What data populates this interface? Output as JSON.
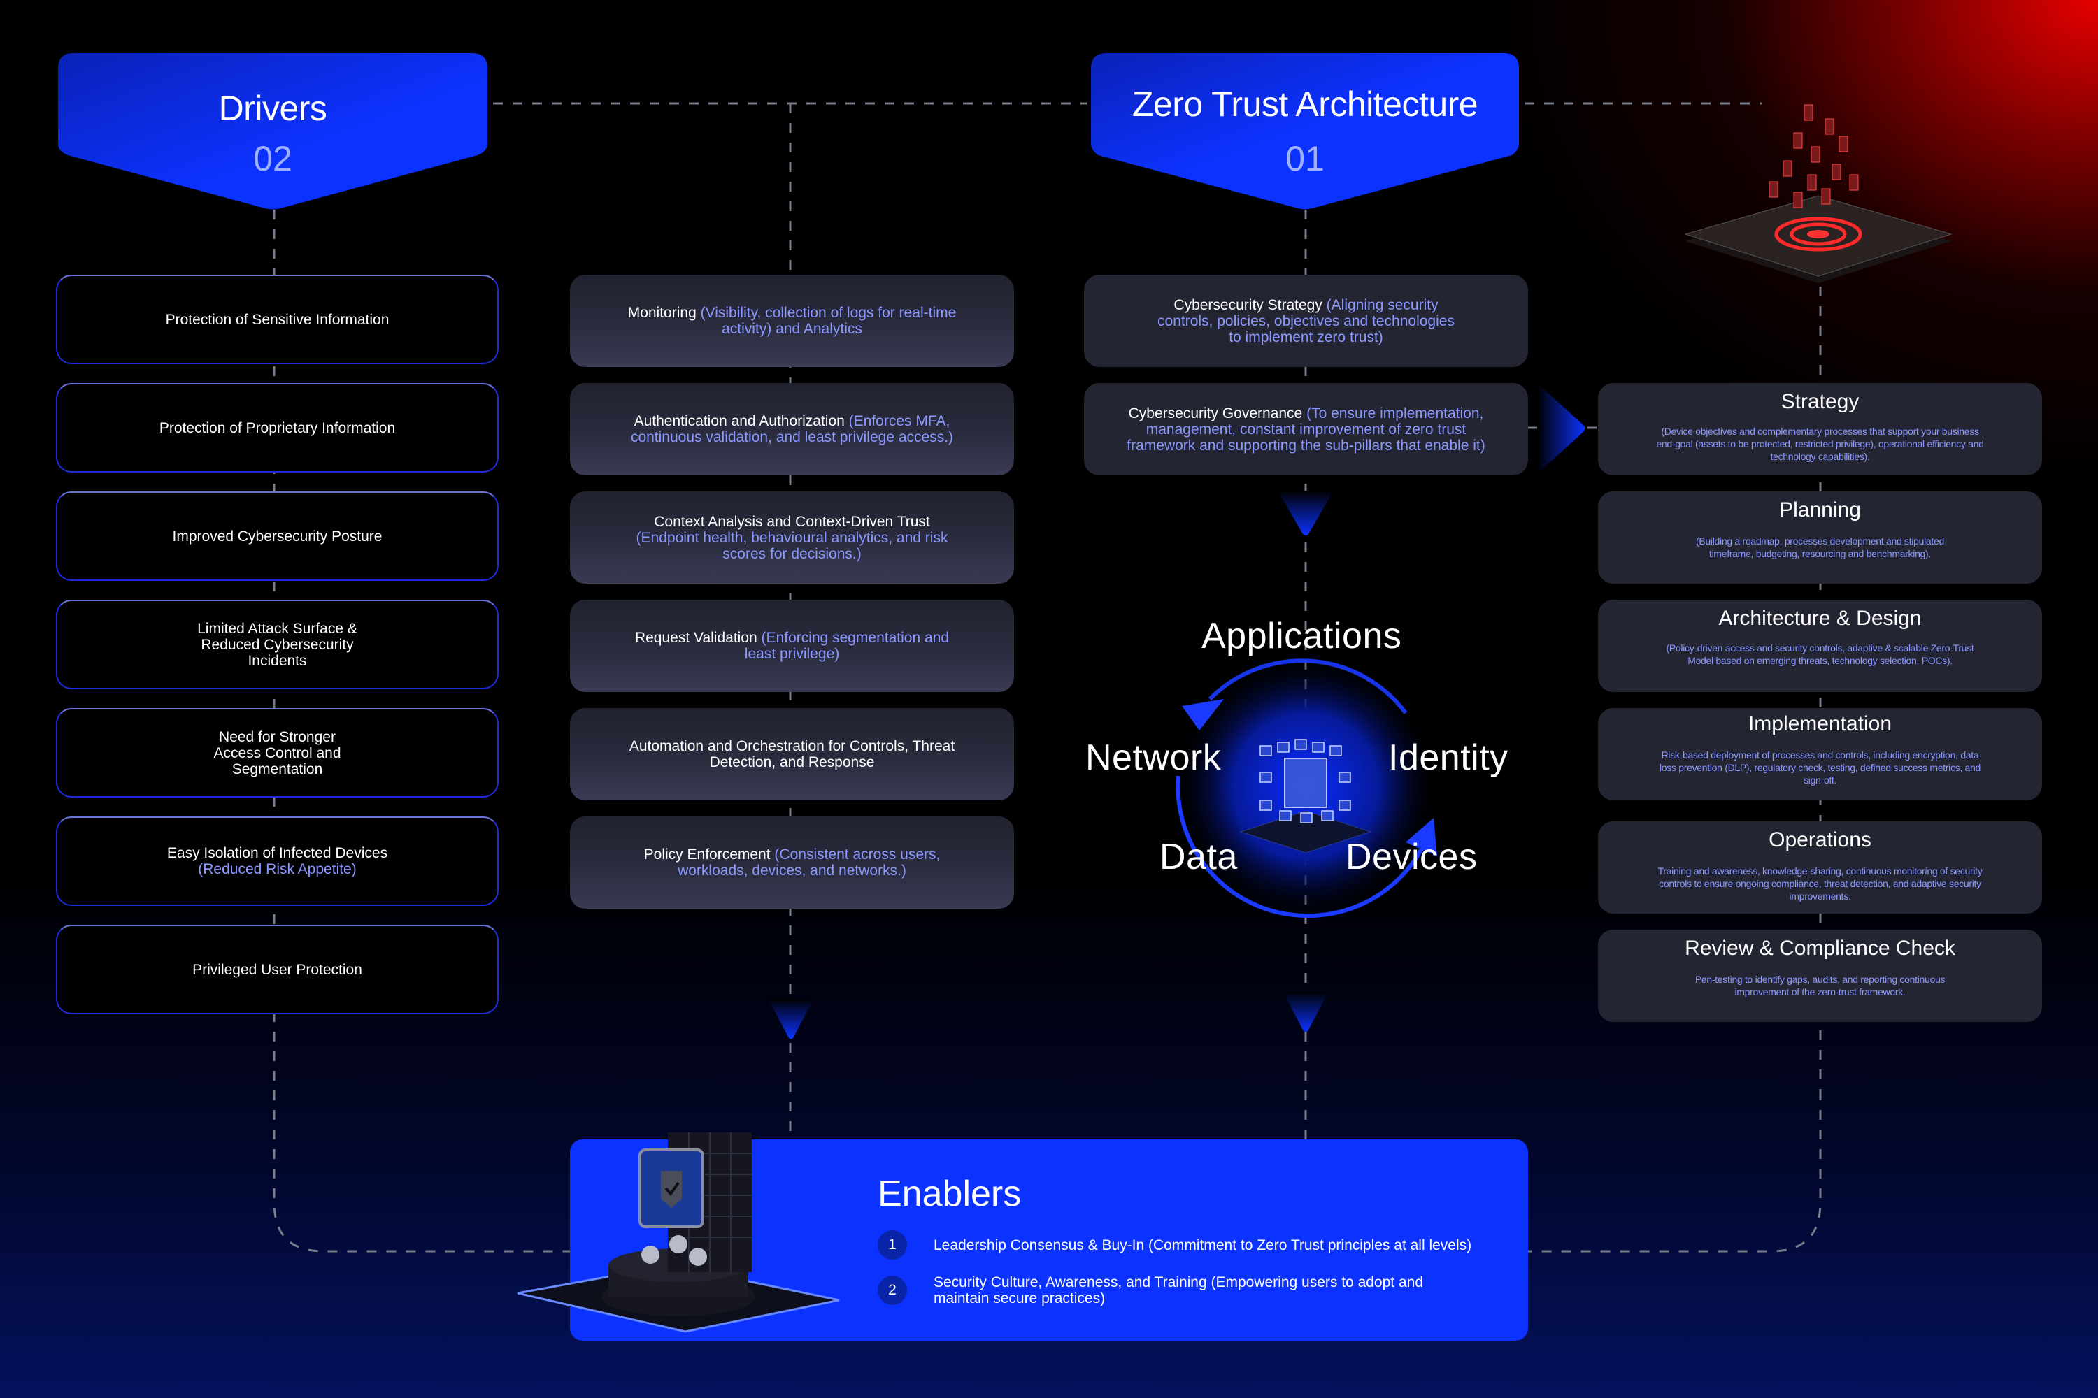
{
  "headers": {
    "drivers": {
      "title": "Drivers",
      "number": "02"
    },
    "zero_trust": {
      "title": "Zero Trust Architecture",
      "number": "01"
    }
  },
  "drivers": [
    {
      "text": "Protection of Sensitive Information",
      "highlight": ""
    },
    {
      "text": "Protection of Proprietary Information",
      "highlight": ""
    },
    {
      "text": "Improved Cybersecurity Posture",
      "highlight": ""
    },
    {
      "text": "Limited Attack Surface & Reduced Cybersecurity Incidents",
      "highlight": ""
    },
    {
      "text": "Need for Stronger Access Control and Segmentation",
      "highlight": ""
    },
    {
      "text": "Easy Isolation of Infected Devices",
      "highlight": "(Reduced Risk Appetite)"
    },
    {
      "text": "Privileged User Protection",
      "highlight": ""
    }
  ],
  "capabilities": [
    {
      "text": "Monitoring",
      "highlight": "(Visibility, collection of logs for real-time activity) and Analytics"
    },
    {
      "text": "Authentication and Authorization",
      "highlight": "(Enforces MFA, continuous validation, and least privilege access.)"
    },
    {
      "text": "Context Analysis and Context-Driven Trust",
      "highlight": "(Endpoint health, behavioural analytics, and risk scores for decisions.)"
    },
    {
      "text": "Request Validation",
      "highlight": "(Enforcing segmentation and least privilege)"
    },
    {
      "text": "Automation and Orchestration for Controls, Threat Detection, and Response",
      "highlight": ""
    },
    {
      "text": "Policy Enforcement",
      "highlight": "(Consistent across users, workloads, devices, and networks.)"
    }
  ],
  "zero_trust_items": [
    {
      "text": "Cybersecurity Strategy",
      "highlight": "(Aligning security controls, policies, objectives and technologies to implement zero trust)"
    },
    {
      "text": "Cybersecurity Governance",
      "highlight": "(To ensure implementation, management, constant improvement of zero trust framework and supporting the sub-pillars that enable it)"
    }
  ],
  "pillars": {
    "top": "Applications",
    "left": "Network",
    "right": "Identity",
    "bottom_left": "Data",
    "bottom_right": "Devices",
    "center_icon": "cube-network-icon"
  },
  "lifecycle": [
    {
      "title": "Strategy",
      "description": "(Device objectives and complementary processes that support your business end-goal (assets to be protected, restricted privilege), operational efficiency and technology capabilities)."
    },
    {
      "title": "Planning",
      "description": "(Building a roadmap, processes development and stipulated timeframe, budgeting, resourcing and benchmarking)."
    },
    {
      "title": "Architecture & Design",
      "description": "(Policy-driven access and security controls, adaptive & scalable Zero-Trust Model based on emerging threats, technology selection, POCs)."
    },
    {
      "title": "Implementation",
      "description": "Risk-based deployment of processes and controls, including encryption, data loss prevention (DLP), regulatory check, testing, defined success metrics, and sign-off."
    },
    {
      "title": "Operations",
      "description": "Training and awareness, knowledge-sharing, continuous monitoring of security controls to ensure ongoing compliance, threat detection, and adaptive security improvements."
    },
    {
      "title": "Review & Compliance Check",
      "description": "Pen-testing to identify gaps, audits, and reporting continuous improvement of the zero-trust framework."
    }
  ],
  "enablers": {
    "title": "Enablers",
    "items": [
      {
        "number": "1",
        "text": "Leadership Consensus & Buy-In (Commitment to Zero Trust principles at all levels)"
      },
      {
        "number": "2",
        "text": "Security Culture, Awareness, and Training (Empowering users to adopt and maintain secure practices)"
      }
    ],
    "illustration": "shield-check-podium-icon"
  },
  "decorations": {
    "top_right_illustration": "target-blocks-icon"
  },
  "colors": {
    "accent_blue": "#0c32ff",
    "highlight_text": "#8c98ff",
    "card_bg": "#232532",
    "glow_red": "#e60000"
  }
}
